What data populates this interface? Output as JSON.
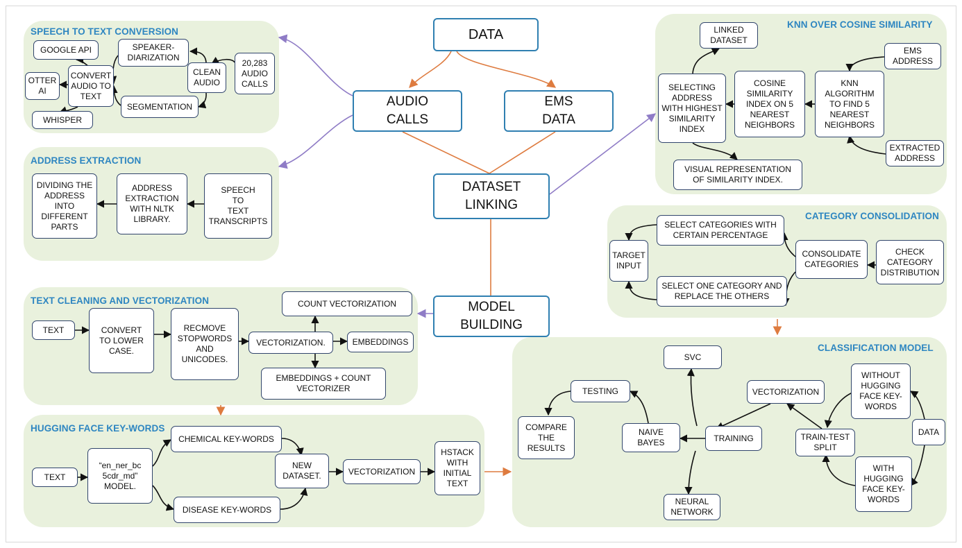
{
  "colors": {
    "panel": "#e9f1dd",
    "title": "#2e86c1",
    "box_border": "#30446b",
    "main_border": "#2f7fb1",
    "orange": "#de7b3f",
    "purple": "#8f7cc6",
    "black": "#111111"
  },
  "main": {
    "data": "DATA",
    "audio_calls": "AUDIO\nCALLS",
    "ems_data": "EMS\nDATA",
    "dataset_linking": "DATASET\nLINKING",
    "model_building": "MODEL\nBUILDING"
  },
  "speech_to_text": {
    "title": "SPEECH TO TEXT CONVERSION",
    "google_api": "GOOGLE API",
    "speaker_diarization": "SPEAKER-\nDIARIZATION",
    "otter_ai": "OTTER\nAI",
    "convert_audio": "CONVERT\nAUDIO TO\nTEXT",
    "clean_audio": "CLEAN\nAUDIO",
    "audio_calls": "20,283\nAUDIO\nCALLS",
    "segmentation": "SEGMENTATION",
    "whisper": "WHISPER"
  },
  "address_extraction": {
    "title": "ADDRESS EXTRACTION",
    "dividing": "DIVIDING THE\nADDRESS\nINTO\nDIFFERENT\nPARTS",
    "nltk": "ADDRESS\nEXTRACTION\nWITH NLTK\nLIBRARY.",
    "transcripts": "SPEECH\nTO\nTEXT\nTRANSCRIPTS"
  },
  "text_cleaning": {
    "title": "TEXT CLEANING AND VECTORIZATION",
    "text": "TEXT",
    "lower_case": "CONVERT\nTO LOWER\nCASE.",
    "stopwords": "RECMOVE\nSTOPWORDS\nAND\nUNICODES.",
    "vectorization": "VECTORIZATION.",
    "count_vectorization": "COUNT VECTORIZATION",
    "embeddings": "EMBEDDINGS",
    "embeddings_count": "EMBEDDINGS + COUNT\nVECTORIZER"
  },
  "hugging_face": {
    "title": "HUGGING FACE KEY-WORDS",
    "text": "TEXT",
    "model": "“en_ner_bc\n5cdr_md”\nMODEL.",
    "chemical": "CHEMICAL KEY-WORDS",
    "disease": "DISEASE KEY-WORDS",
    "new_dataset": "NEW\nDATASET.",
    "vectorization": "VECTORIZATION",
    "hstack": "HSTACK\nWITH\nINITIAL\nTEXT"
  },
  "knn": {
    "title": "KNN OVER COSINE SIMILARITY",
    "linked_dataset": "LINKED\nDATASET",
    "ems_address": "EMS\nADDRESS",
    "selecting_address": "SELECTING\nADDRESS\nWITH HIGHEST\nSIMILARITY\nINDEX",
    "cosine_index": "COSINE\nSIMILARITY\nINDEX ON 5\nNEAREST\nNEIGHBORS",
    "knn_algorithm": "KNN\nALGORITHM\nTO FIND 5\nNEAREST\nNEIGHBORS",
    "extracted_address": "EXTRACTED\nADDRESS",
    "visual": "VISUAL REPRESENTATION\nOF SIMILARITY INDEX."
  },
  "category": {
    "title": "CATEGORY CONSOLIDATION",
    "select_percentage": "SELECT CATEGORIES WITH\nCERTAIN PERCENTAGE",
    "target_input": "TARGET\nINPUT",
    "consolidate": "CONSOLIDATE\nCATEGORIES",
    "check_distribution": "CHECK\nCATEGORY\nDISTRIBUTION",
    "select_one": "SELECT ONE CATEGORY AND\nREPLACE THE OTHERS"
  },
  "classification": {
    "title": "CLASSIFICATION MODEL",
    "svc": "SVC",
    "testing": "TESTING",
    "vectorization": "VECTORIZATION",
    "without_hf": "WITHOUT\nHUGGING\nFACE KEY-\nWORDS",
    "compare": "COMPARE\nTHE\nRESULTS",
    "naive_bayes": "NAIVE\nBAYES",
    "training": "TRAINING",
    "train_test_split": "TRAIN-TEST\nSPLIT",
    "data": "DATA",
    "with_hf": "WITH\nHUGGING\nFACE KEY-\nWORDS",
    "neural_network": "NEURAL\nNETWORK"
  }
}
